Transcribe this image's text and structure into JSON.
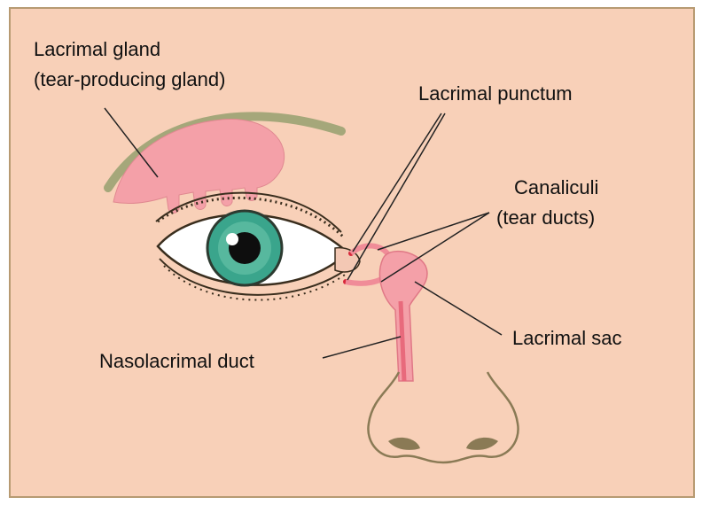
{
  "labels": {
    "lacrimal_gland": "Lacrimal gland",
    "lacrimal_gland_sub": "(tear-producing gland)",
    "lacrimal_punctum": "Lacrimal punctum",
    "canaliculi": "Canaliculi",
    "canaliculi_sub": "(tear ducts)",
    "lacrimal_sac": "Lacrimal sac",
    "nasolacrimal_duct": "Nasolacrimal duct"
  },
  "colors": {
    "background": "#f8d0b8",
    "frame_border": "#b79a72",
    "gland_pink": "#f4a0a8",
    "duct_pink": "#f08c98",
    "eyebrow": "#a5a77a",
    "iris": "#3aa58c",
    "outline": "#3a2e1e",
    "leader_line": "#222222"
  }
}
